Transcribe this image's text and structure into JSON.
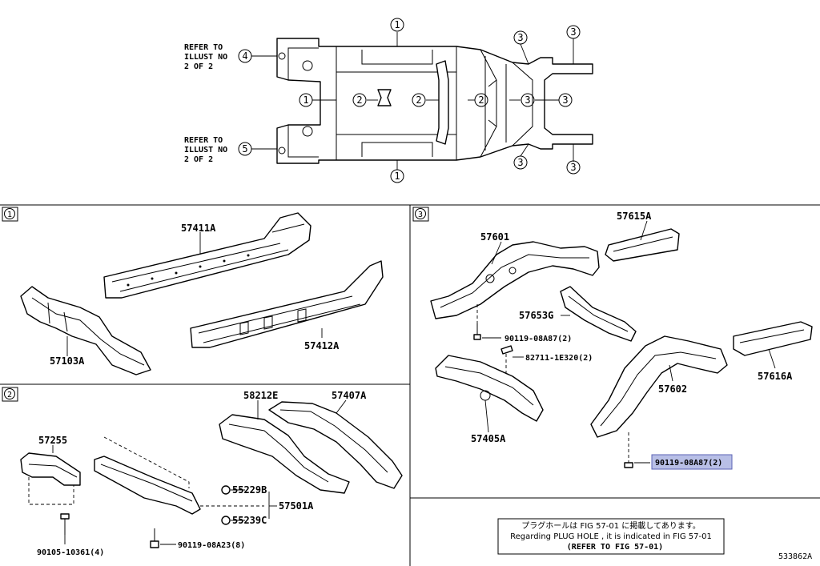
{
  "overview": {
    "refer_top": [
      "REFER TO",
      "ILLUST NO",
      "2 OF 2"
    ],
    "refer_bottom": [
      "REFER TO",
      "ILLUST NO",
      "2 OF 2"
    ],
    "callouts": {
      "c1": "1",
      "c2": "2",
      "c3": "3",
      "c4": "4",
      "c5": "5"
    }
  },
  "section1": {
    "marker": "1",
    "parts": {
      "p57411A": "57411A",
      "p57412A": "57412A",
      "p57103A": "57103A"
    }
  },
  "section2": {
    "marker": "2",
    "parts": {
      "p57255": "57255",
      "p58212E": "58212E",
      "p57407A": "57407A",
      "p55229B": "55229B",
      "p55239C": "55239C",
      "p57501A": "57501A",
      "p90105": "90105-10361(4)",
      "p90119_23": "90119-08A23(8)"
    }
  },
  "section3": {
    "marker": "3",
    "parts": {
      "p57615A": "57615A",
      "p57601": "57601",
      "p57653G": "57653G",
      "p90119_87a": "90119-08A87(2)",
      "p82711": "82711-1E320(2)",
      "p57616A": "57616A",
      "p57602": "57602",
      "p57405A": "57405A",
      "p90119_87b": "90119-08A87(2)"
    }
  },
  "note": {
    "line1": "プラグホールは FIG 57-01 に掲載してあります。",
    "line2": "Regarding  PLUG  HOLE , it is indicated in FIG  57-01",
    "line3": "(REFER TO FIG 57-01)"
  },
  "figure_id": "533862A"
}
